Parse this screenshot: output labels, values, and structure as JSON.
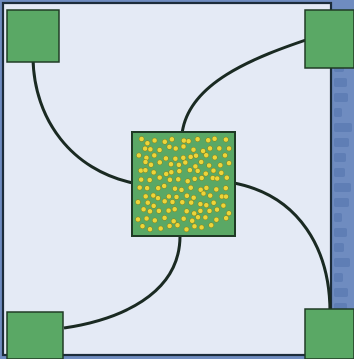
{
  "figure": {
    "colors": {
      "page_background": "#6f8cc0",
      "panel_fill": "#e4eaf5",
      "panel_border": "#1c2c3a",
      "square_fill": "#5aa865",
      "square_border": "#1f3a25",
      "arm_stroke": "#1a2a22",
      "dot_fill": "#ecd53a",
      "dot_stroke": "#8a7a10"
    },
    "corner_squares": [
      "top-left",
      "top-right",
      "bottom-left",
      "bottom-right"
    ],
    "arms": [
      "top-left",
      "top-right",
      "bottom-left",
      "bottom-right"
    ],
    "center_dot_count": 130
  }
}
